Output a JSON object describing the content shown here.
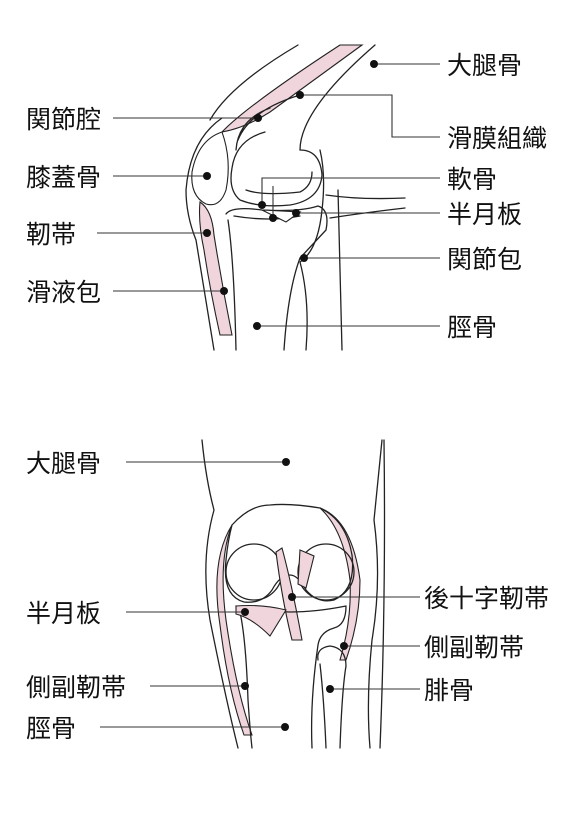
{
  "colors": {
    "ink": "#111111",
    "tissue": "#f0d5dc",
    "line": "#333333"
  },
  "side_view": {
    "labels": {
      "femur": "大腿骨",
      "joint_cavity": "関節腔",
      "synovial_tissue": "滑膜組織",
      "patella": "膝蓋骨",
      "cartilage": "軟骨",
      "ligament": "靭帯",
      "meniscus": "半月板",
      "joint_capsule": "関節包",
      "bursa": "滑液包",
      "tibia": "脛骨"
    }
  },
  "front_view": {
    "labels": {
      "femur": "大腿骨",
      "pcl": "後十字靭帯",
      "meniscus": "半月板",
      "lateral_collateral": "側副靭帯",
      "medial_collateral": "側副靭帯",
      "fibula": "腓骨",
      "tibia": "脛骨"
    }
  }
}
